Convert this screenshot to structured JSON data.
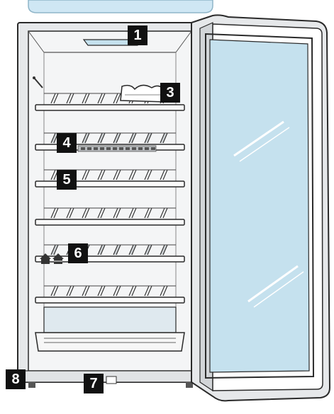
{
  "callouts": [
    "1",
    "3",
    "4",
    "5",
    "6",
    "7",
    "8"
  ],
  "colors": {
    "panel_blue": "#cfe7f4",
    "door_glass": "#c5e1ee",
    "cabinet_frame": "#e6e8ea",
    "outline": "#2a2a2a",
    "callout_bg": "#111111"
  },
  "icons": [
    "warm-zone-icon",
    "cold-zone-icon"
  ]
}
